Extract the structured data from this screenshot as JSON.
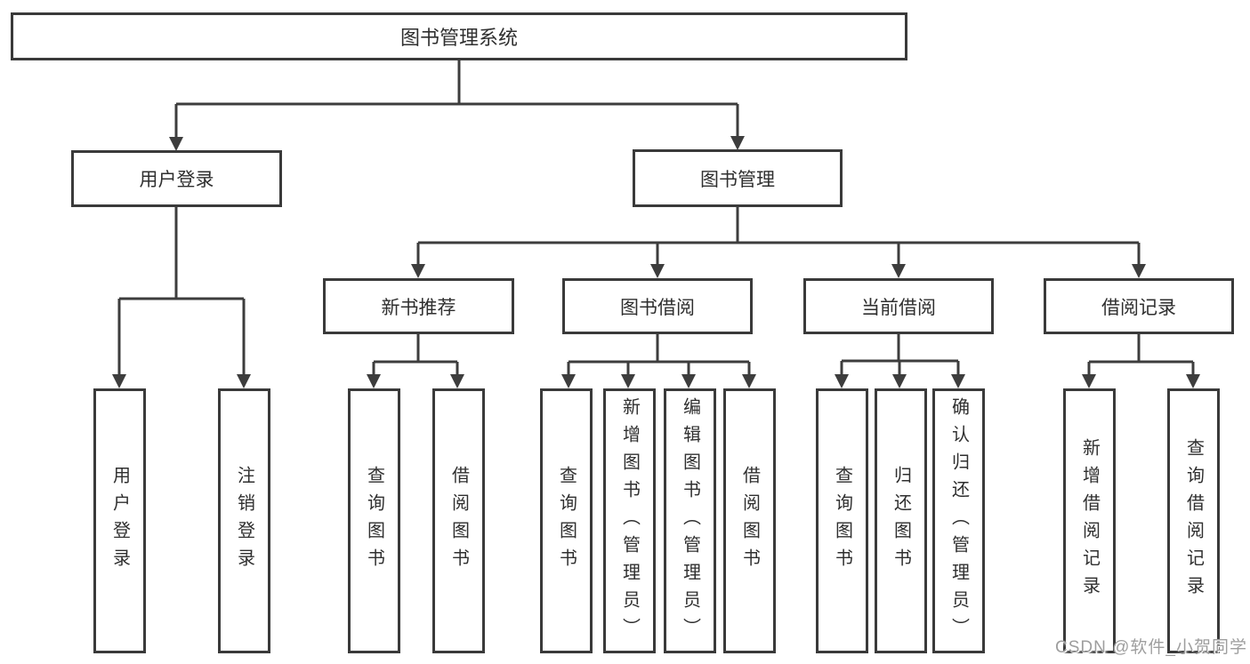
{
  "diagram": {
    "root": {
      "label": "图书管理系统"
    },
    "level2": [
      {
        "label": "用户登录"
      },
      {
        "label": "图书管理"
      }
    ],
    "level3": [
      {
        "label": "新书推荐"
      },
      {
        "label": "图书借阅"
      },
      {
        "label": "当前借阅"
      },
      {
        "label": "借阅记录"
      }
    ],
    "leaves": [
      {
        "label": "用户登录"
      },
      {
        "label": "注销登录"
      },
      {
        "label": "查询图书"
      },
      {
        "label": "借阅图书"
      },
      {
        "label": "查询图书"
      },
      {
        "label": "新增图书（管理员）"
      },
      {
        "label": "编辑图书（管理员）"
      },
      {
        "label": "借阅图书"
      },
      {
        "label": "查询图书"
      },
      {
        "label": "归还图书"
      },
      {
        "label": "确认归还（管理员）"
      },
      {
        "label": "新增借阅记录"
      },
      {
        "label": "查询借阅记录"
      }
    ],
    "colors": {
      "line": "#3d3d3d",
      "box_border": "#3a3a3a",
      "text": "#2f2f2f",
      "background": "#ffffff",
      "watermark_text": "#9e9e9e"
    },
    "watermark": "CSDN @软件_小贺同学"
  }
}
